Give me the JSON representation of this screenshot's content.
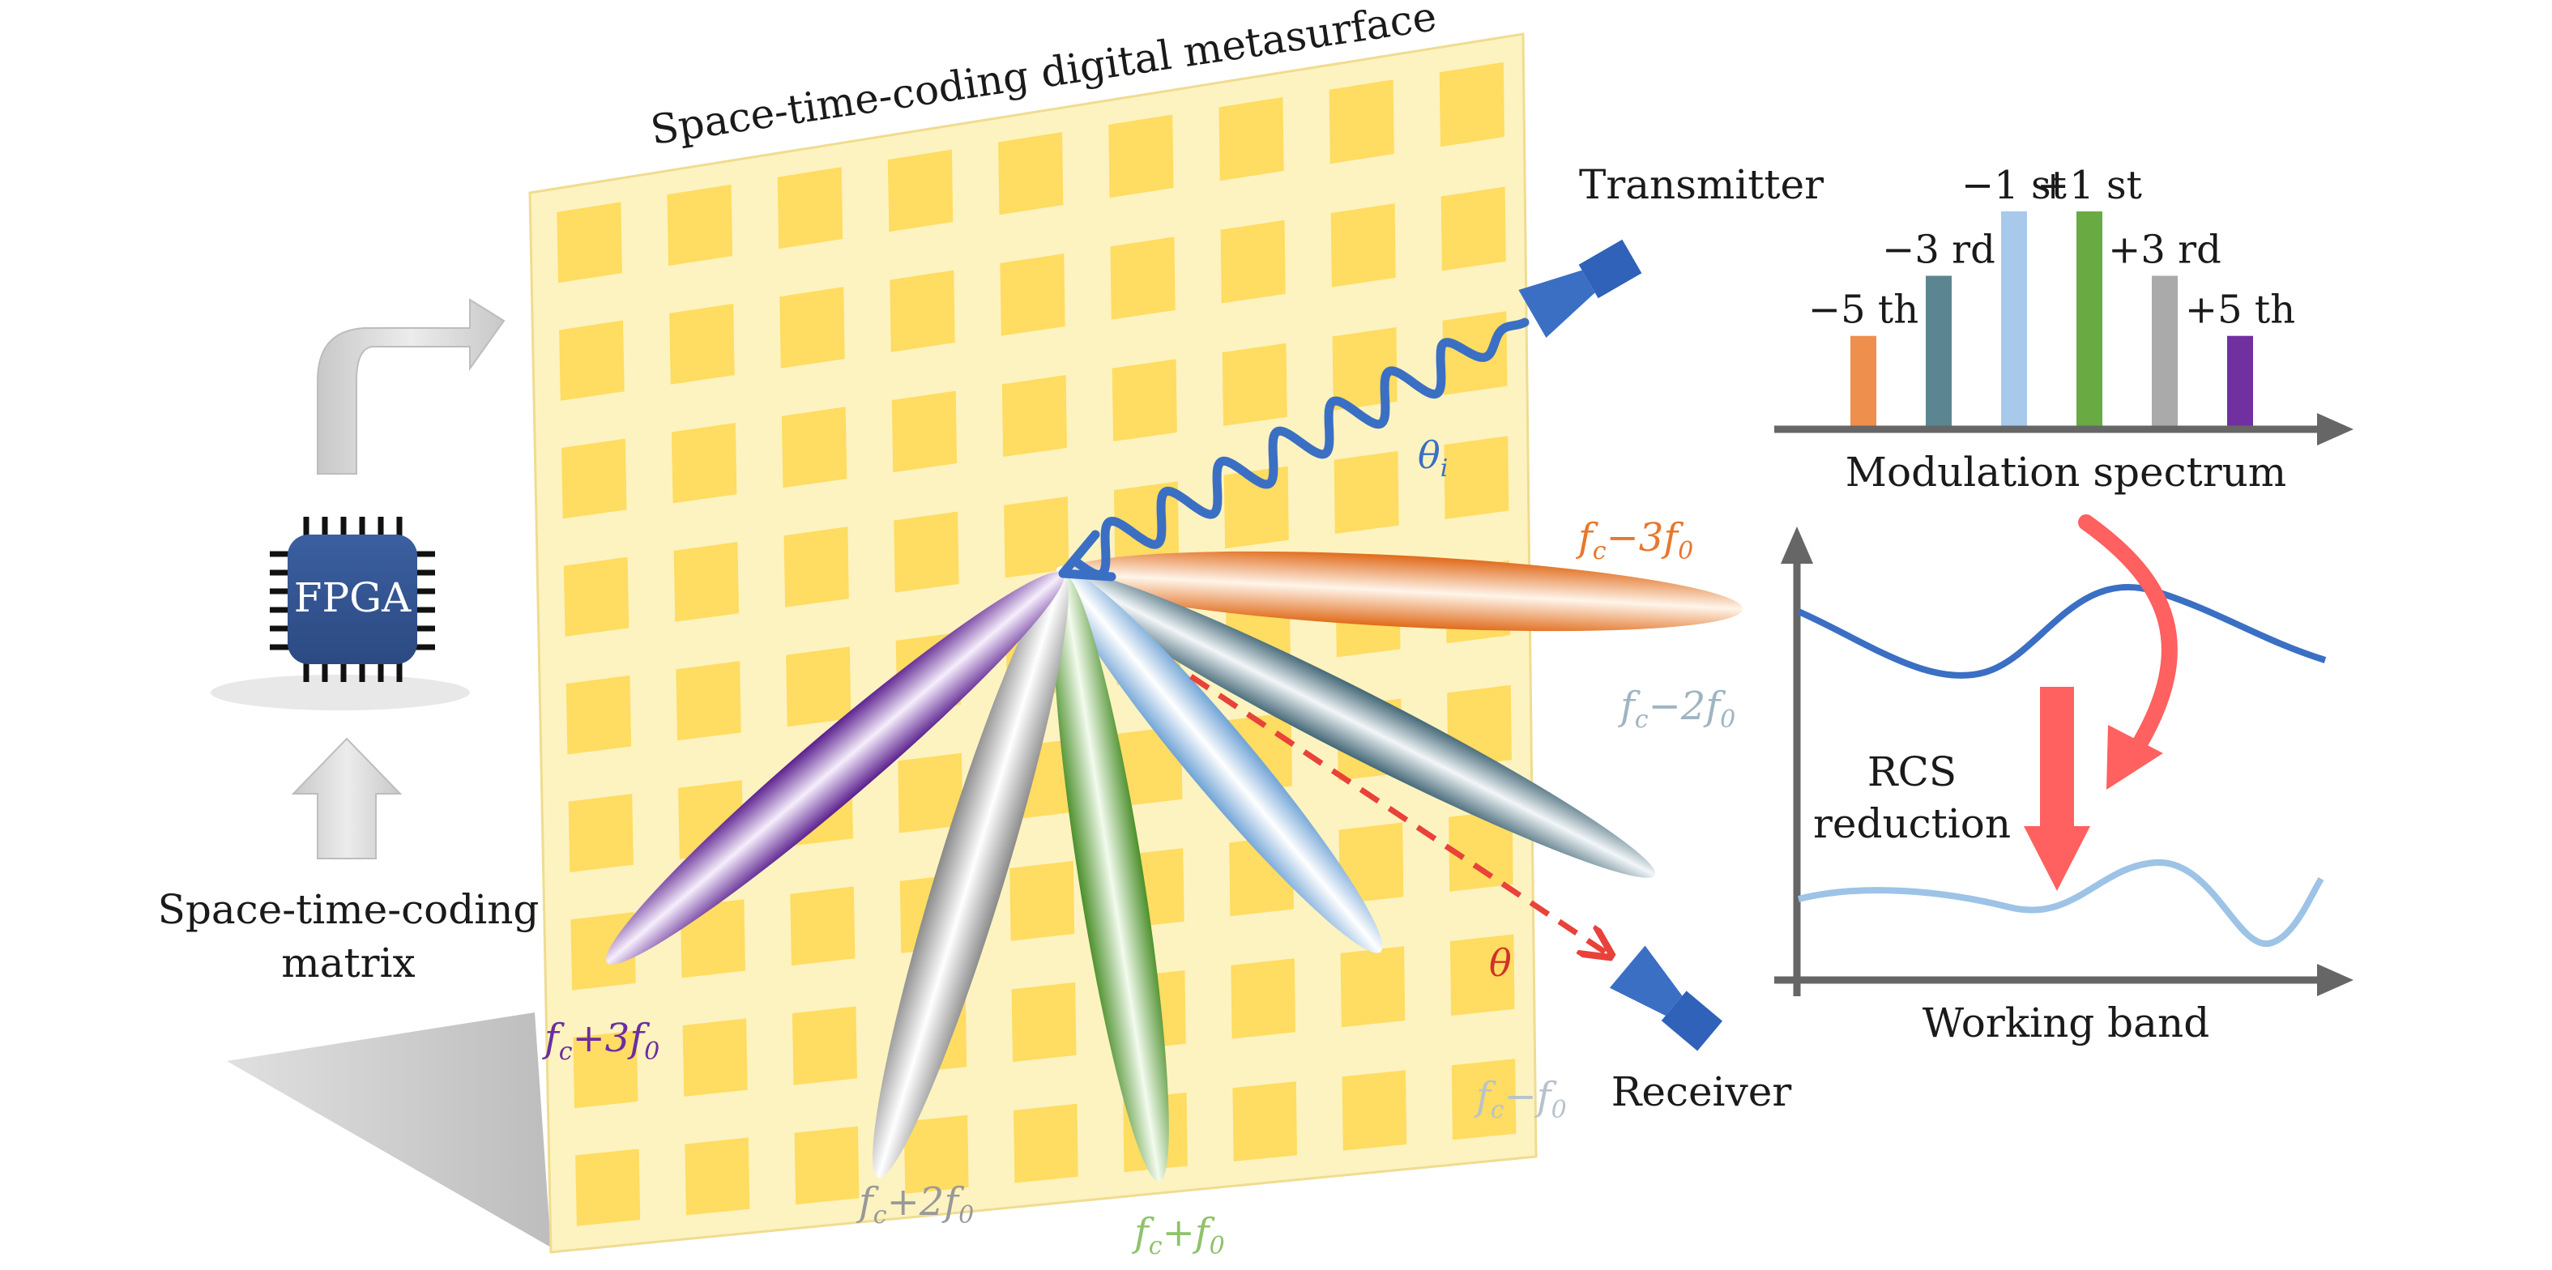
{
  "metasurface": {
    "title": "Space-time-coding digital metasurface"
  },
  "controller": {
    "chip_label": "FPGA",
    "matrix_label_line1": "Space-time-coding",
    "matrix_label_line2": "matrix"
  },
  "antennas": {
    "transmitter": "Transmitter",
    "receiver": "Receiver"
  },
  "angles": {
    "incident": "θ",
    "incident_sub": "i",
    "scattered": "θ"
  },
  "beams": [
    {
      "name": "fc-3f0",
      "base": "f",
      "sub": "c",
      "rest": "−3f",
      "sub2": "0",
      "color": "#e8772d"
    },
    {
      "name": "fc-2f0",
      "base": "f",
      "sub": "c",
      "rest": "−2f",
      "sub2": "0",
      "color": "#9fb5c2"
    },
    {
      "name": "fc-f0",
      "base": "f",
      "sub": "c",
      "rest": "−f",
      "sub2": "0",
      "color": "#b8c2cc"
    },
    {
      "name": "fc+f0",
      "base": "f",
      "sub": "c",
      "rest": "+f",
      "sub2": "0",
      "color": "#8fc26a"
    },
    {
      "name": "fc+2f0",
      "base": "f",
      "sub": "c",
      "rest": "+2f",
      "sub2": "0",
      "color": "#999999"
    },
    {
      "name": "fc+3f0",
      "base": "f",
      "sub": "c",
      "rest": "+3f",
      "sub2": "0",
      "color": "#6a2ea0"
    }
  ],
  "spectrum": {
    "caption": "Modulation spectrum",
    "bars": [
      {
        "label": "−5 th",
        "value": 0.42,
        "color": "#ee8f4e"
      },
      {
        "label": "−3 rd",
        "value": 0.7,
        "color": "#5b8590"
      },
      {
        "label": "−1 st",
        "value": 1.0,
        "color": "#a9c9ea"
      },
      {
        "label": "+1 st",
        "value": 1.0,
        "color": "#6aaa43"
      },
      {
        "label": "+3 rd",
        "value": 0.7,
        "color": "#aaaaaa"
      },
      {
        "label": "+5 th",
        "value": 0.42,
        "color": "#7030a0"
      }
    ]
  },
  "rcs": {
    "label_line1": "RCS",
    "label_line2": "reduction",
    "caption": "Working band",
    "upper_color": "#3a6fc4",
    "lower_color": "#9dc3e6",
    "arrow_color": "#ff6060"
  }
}
